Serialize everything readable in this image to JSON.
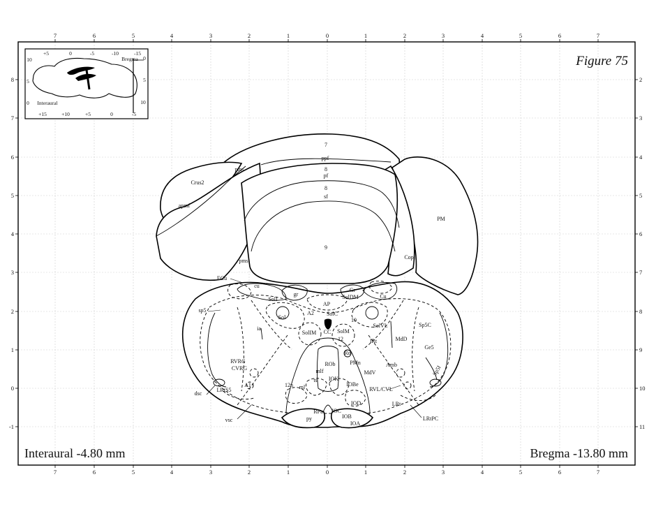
{
  "figure_label": "Figure 75",
  "interaural_label": "Interaural -4.80 mm",
  "bregma_label": "Bregma -13.80 mm",
  "axes": {
    "top_ticks": [
      "7",
      "6",
      "5",
      "4",
      "3",
      "2",
      "1",
      "0",
      "1",
      "2",
      "3",
      "4",
      "5",
      "6",
      "7"
    ],
    "bottom_ticks": [
      "7",
      "6",
      "5",
      "4",
      "3",
      "2",
      "1",
      "0",
      "1",
      "2",
      "3",
      "4",
      "5",
      "6",
      "7"
    ],
    "left_ticks": [
      "8",
      "7",
      "6",
      "5",
      "4",
      "3",
      "2",
      "1",
      "0",
      "-1"
    ],
    "right_ticks": [
      "2",
      "3",
      "4",
      "5",
      "6",
      "7",
      "8",
      "9",
      "10",
      "11"
    ]
  },
  "inset": {
    "top_ticks": [
      "+5",
      "0",
      "-5",
      "-10",
      "-15"
    ],
    "bottom_ticks": [
      "+15",
      "+10",
      "+5",
      "0",
      "-5"
    ],
    "left_ticks": [
      "10",
      "5",
      "0"
    ],
    "right_ticks": [
      "0",
      "5",
      "10"
    ],
    "bregma": "Bregma",
    "interaural": "Interaural"
  },
  "regions": [
    "7",
    "ppf",
    "8",
    "pf",
    "8",
    "sf",
    "9",
    "Crus2",
    "pms",
    "apmf",
    "pms",
    "PM",
    "Cop",
    "ECu",
    "cu",
    "gr",
    "SolI",
    "Gr",
    "SolDM",
    "Cu",
    "sp5",
    "Sol",
    "AP",
    "A2",
    "SolC",
    "SolVL",
    "10",
    "CC",
    "SolIM",
    "SolM",
    "12",
    "ia",
    "Sp5C",
    "IRt",
    "MdD",
    "Ge5",
    "Ro",
    "RVRG",
    "CVRG",
    "mlf",
    "ROb",
    "PMn",
    "MdV",
    "Amb",
    "Sp5I",
    "LRtS5",
    "A1",
    "IOK",
    "IOBe",
    "RVL/CVL",
    "12n",
    "ml",
    "ts",
    "LRt",
    "dsc",
    "IOD",
    "RPa",
    "IOC",
    "py",
    "IOB",
    "IOA",
    "LRtPC",
    "vsc"
  ]
}
